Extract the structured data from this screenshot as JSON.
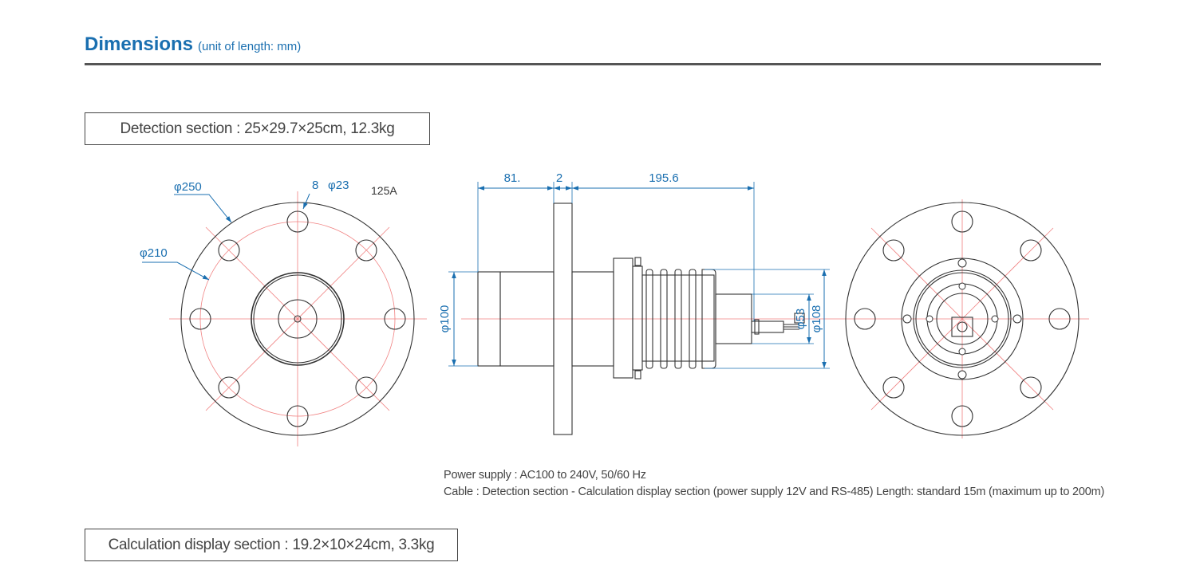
{
  "header": {
    "title": "Dimensions",
    "unit_note": "(unit of length: mm)"
  },
  "detection_section": {
    "label": "Detection section : 25×29.7×25cm, 12.3kg"
  },
  "calculation_section": {
    "label": "Calculation display section : 19.2×10×24cm, 3.3kg"
  },
  "notes": {
    "power_supply": "Power supply : AC100 to 240V, 50/60 Hz",
    "cable": "Cable : Detection section - Calculation display section (power supply 12V and RS-485) Length: standard 15m (maximum up to 200m)"
  },
  "front_view": {
    "outer_diameter": "φ250",
    "pcd_diameter": "φ210",
    "hole_count": "8",
    "hole_diameter": "φ23",
    "size_label": "125A"
  },
  "side_view": {
    "length_inlet": "81.",
    "flange_thickness": "2",
    "length_body": "195.6",
    "inlet_diameter": "φ100",
    "body_diameter": "φ108",
    "rear_diameter": "φ53"
  },
  "colors": {
    "dimension": "#1a6fb0",
    "centerline": "#f08080",
    "outline": "#333333",
    "rule": "#555555"
  }
}
